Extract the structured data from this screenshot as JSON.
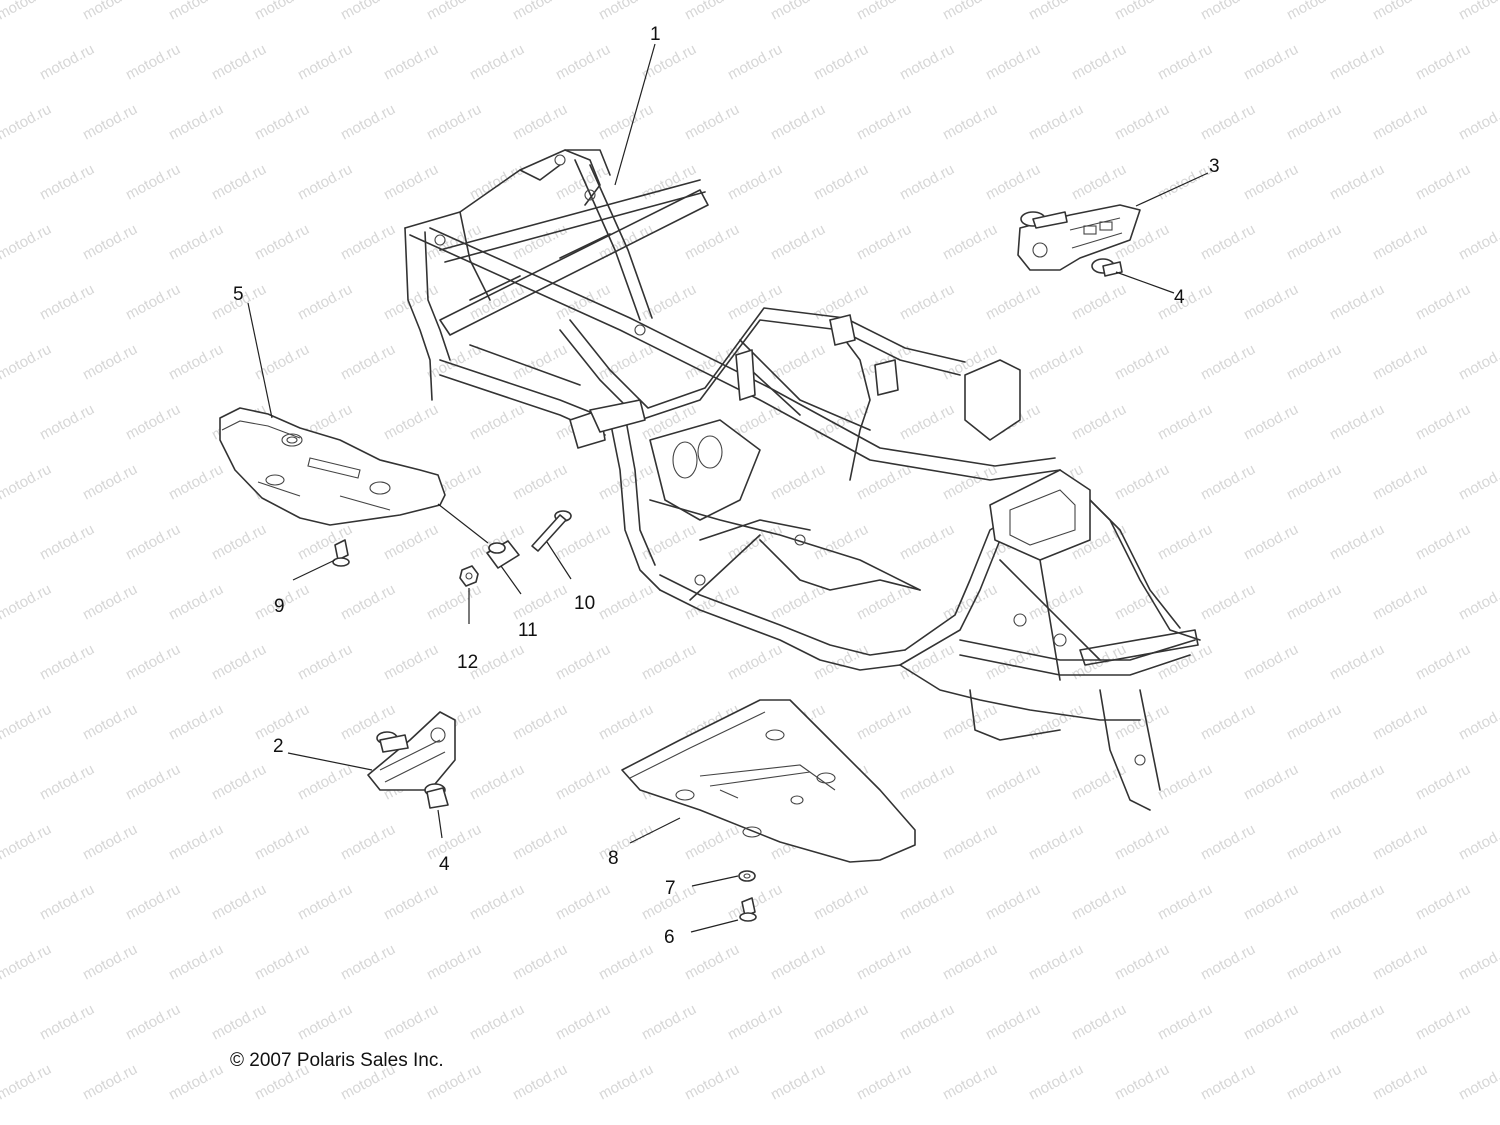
{
  "watermark": "motod.ru",
  "copyright": "© 2007 Polaris Sales Inc.",
  "callouts": {
    "c1": "1",
    "c2": "2",
    "c3": "3",
    "c4a": "4",
    "c4b": "4",
    "c5": "5",
    "c6": "6",
    "c7": "7",
    "c8": "8",
    "c9": "9",
    "c10": "10",
    "c11": "11",
    "c12": "12"
  }
}
